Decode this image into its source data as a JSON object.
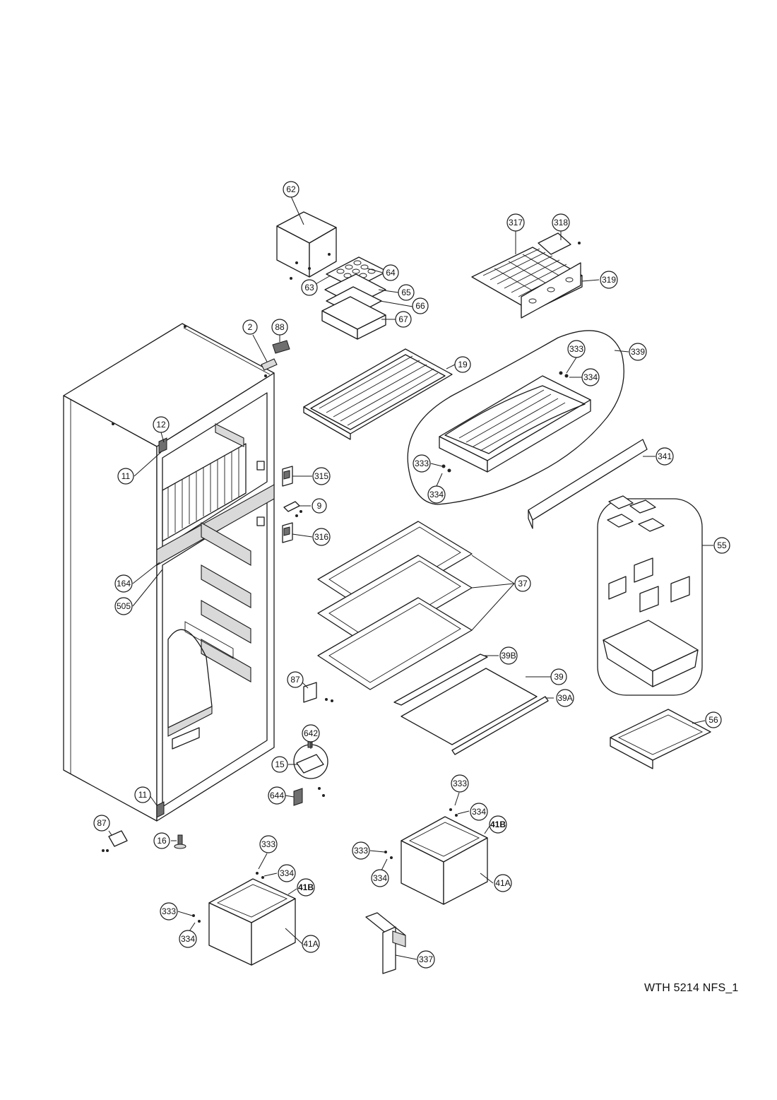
{
  "caption": "WTH 5214 NFS_1",
  "callouts": [
    {
      "id": "c-62",
      "label": "62"
    },
    {
      "id": "c-64",
      "label": "64"
    },
    {
      "id": "c-63",
      "label": "63"
    },
    {
      "id": "c-65",
      "label": "65"
    },
    {
      "id": "c-66",
      "label": "66"
    },
    {
      "id": "c-67",
      "label": "67"
    },
    {
      "id": "c-317",
      "label": "317"
    },
    {
      "id": "c-318",
      "label": "318"
    },
    {
      "id": "c-319",
      "label": "319"
    },
    {
      "id": "c-2",
      "label": "2"
    },
    {
      "id": "c-88",
      "label": "88"
    },
    {
      "id": "c-19",
      "label": "19"
    },
    {
      "id": "c-333a",
      "label": "333"
    },
    {
      "id": "c-334a",
      "label": "334"
    },
    {
      "id": "c-339",
      "label": "339"
    },
    {
      "id": "c-12",
      "label": "12"
    },
    {
      "id": "c-11a",
      "label": "11"
    },
    {
      "id": "c-315",
      "label": "315"
    },
    {
      "id": "c-333b",
      "label": "333"
    },
    {
      "id": "c-334b",
      "label": "334"
    },
    {
      "id": "c-341",
      "label": "341"
    },
    {
      "id": "c-9",
      "label": "9"
    },
    {
      "id": "c-316",
      "label": "316"
    },
    {
      "id": "c-55",
      "label": "55"
    },
    {
      "id": "c-37",
      "label": "37"
    },
    {
      "id": "c-164",
      "label": "164"
    },
    {
      "id": "c-505",
      "label": "505"
    },
    {
      "id": "c-39B",
      "label": "39B"
    },
    {
      "id": "c-39",
      "label": "39"
    },
    {
      "id": "c-87a",
      "label": "87"
    },
    {
      "id": "c-39A",
      "label": "39A"
    },
    {
      "id": "c-56",
      "label": "56"
    },
    {
      "id": "c-642",
      "label": "642"
    },
    {
      "id": "c-15",
      "label": "15"
    },
    {
      "id": "c-333c",
      "label": "333"
    },
    {
      "id": "c-11b",
      "label": "11"
    },
    {
      "id": "c-644",
      "label": "644"
    },
    {
      "id": "c-334c",
      "label": "334"
    },
    {
      "id": "c-41Ba",
      "label": "41B"
    },
    {
      "id": "c-87b",
      "label": "87"
    },
    {
      "id": "c-16",
      "label": "16"
    },
    {
      "id": "c-333d",
      "label": "333"
    },
    {
      "id": "c-333e",
      "label": "333"
    },
    {
      "id": "c-334d",
      "label": "334"
    },
    {
      "id": "c-41Aa",
      "label": "41A"
    },
    {
      "id": "c-334e",
      "label": "334"
    },
    {
      "id": "c-41Bb",
      "label": "41B"
    },
    {
      "id": "c-333f",
      "label": "333"
    },
    {
      "id": "c-334f",
      "label": "334"
    },
    {
      "id": "c-41Ab",
      "label": "41A"
    },
    {
      "id": "c-337",
      "label": "337"
    }
  ]
}
